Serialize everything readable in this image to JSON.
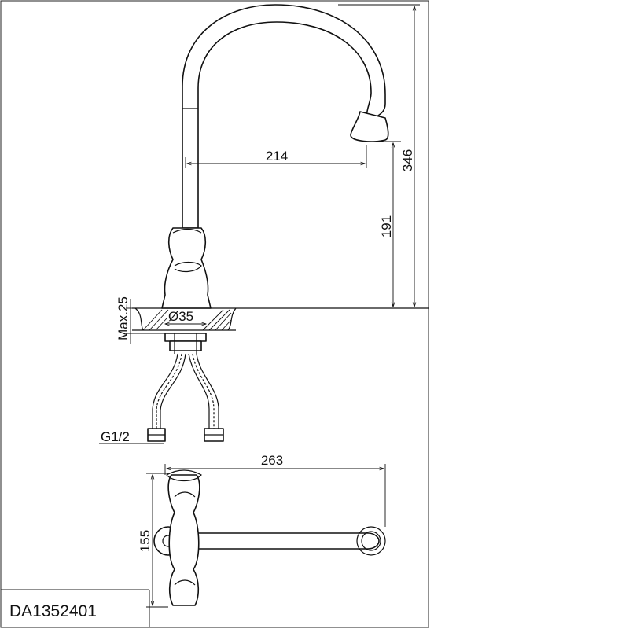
{
  "dimensions": {
    "reach": "214",
    "total_height": "346",
    "spout_height": "191",
    "max_counter_thickness": "Max.25",
    "hole_diameter": "Ø35",
    "connection_thread": "G1/2",
    "plan_length": "263",
    "plan_width": "155"
  },
  "model_code": "DA1352401"
}
